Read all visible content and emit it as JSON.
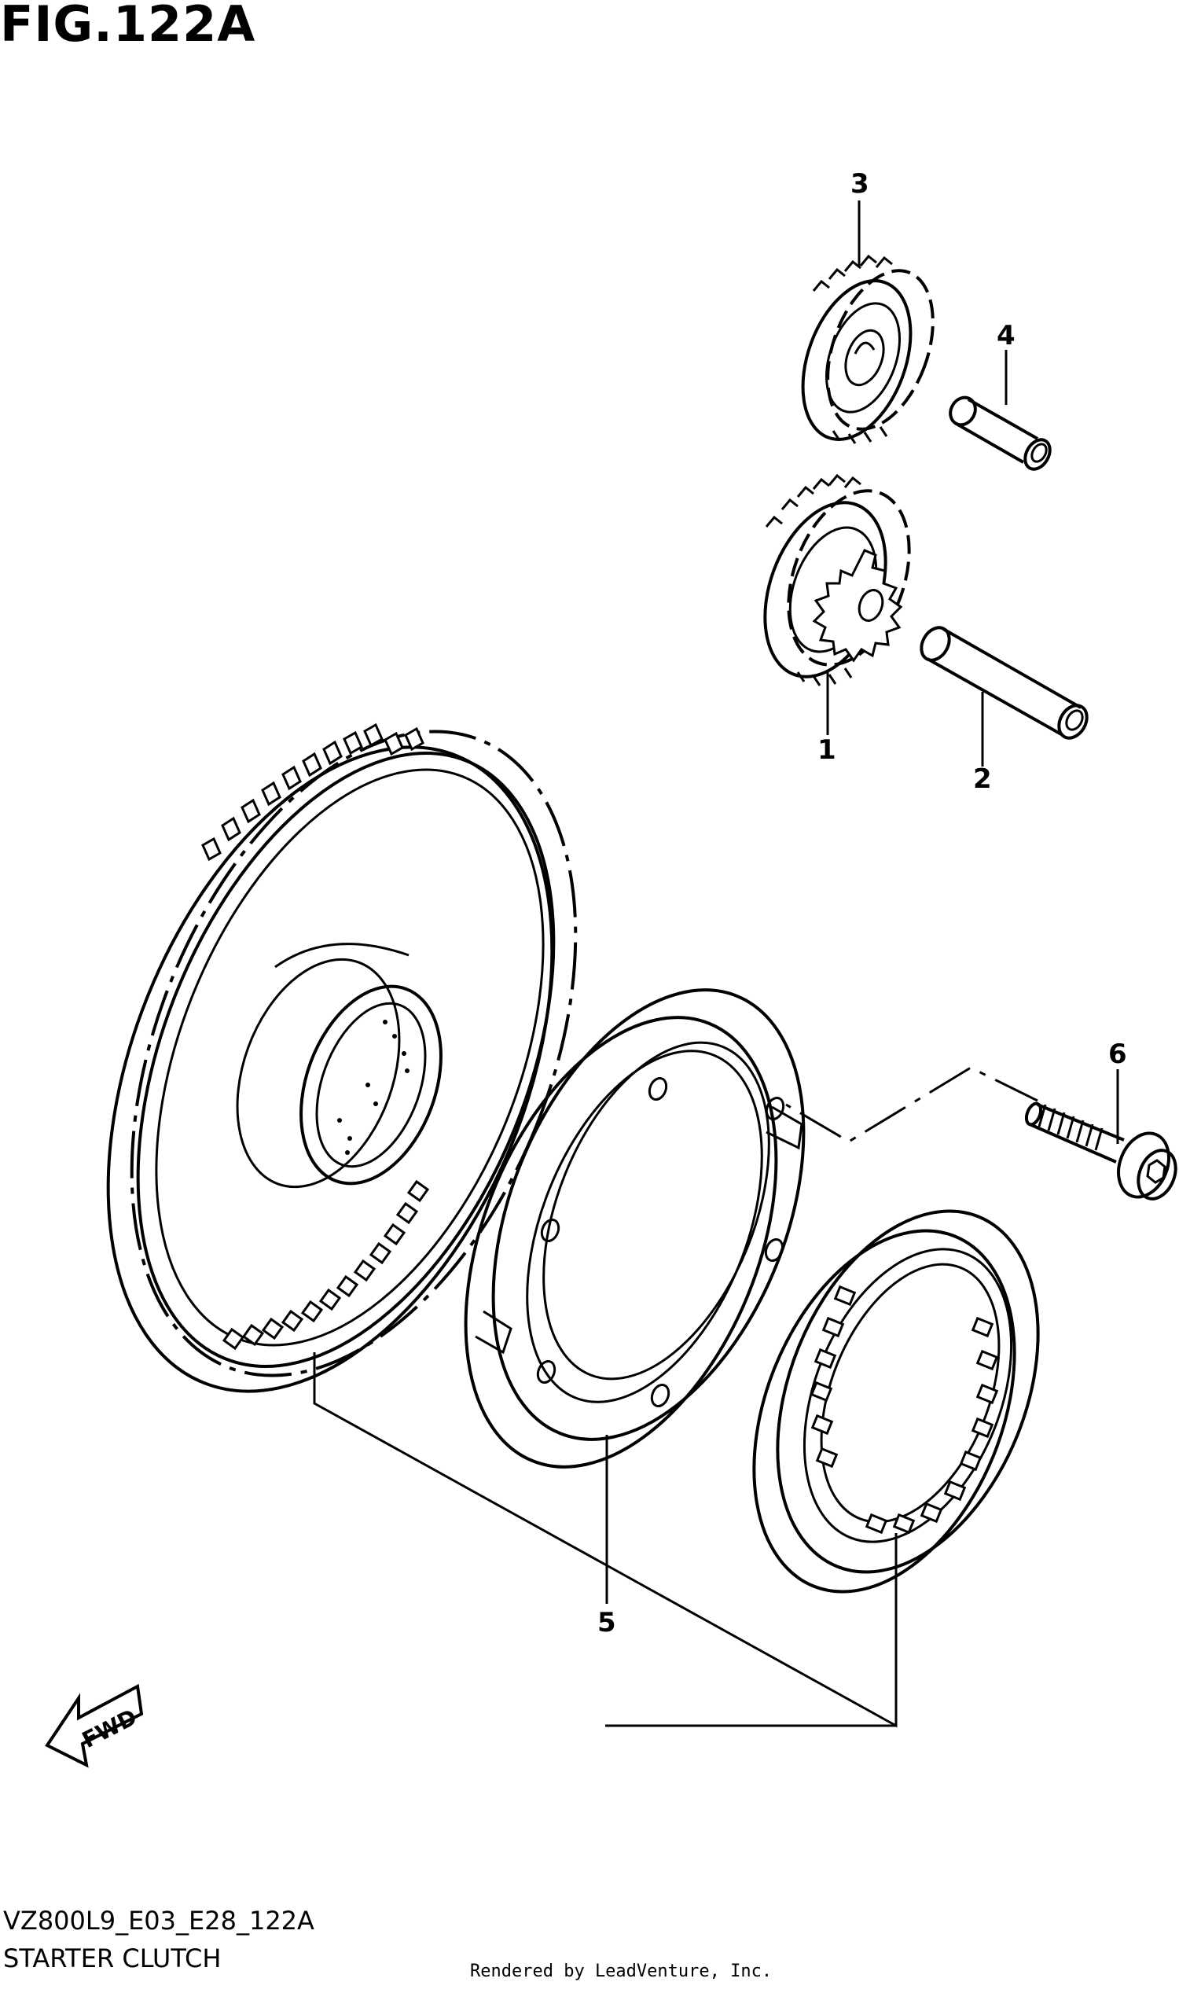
{
  "figure": {
    "title": "FIG.122A",
    "code": "VZ800L9_E03_E28_122A",
    "name": "STARTER CLUTCH",
    "credit": "Rendered by LeadVenture, Inc.",
    "direction_label": "FWD"
  },
  "callouts": [
    {
      "id": "1",
      "label": "1"
    },
    {
      "id": "2",
      "label": "2"
    },
    {
      "id": "3",
      "label": "3"
    },
    {
      "id": "4",
      "label": "4"
    },
    {
      "id": "5",
      "label": "5"
    },
    {
      "id": "6",
      "label": "6"
    }
  ]
}
